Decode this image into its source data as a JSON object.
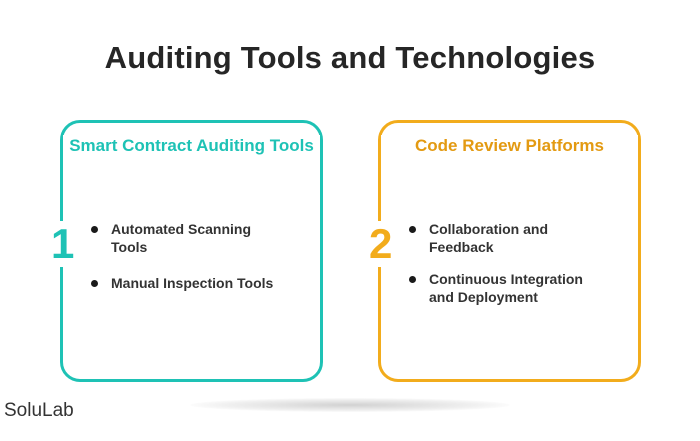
{
  "title": "Auditing Tools and Technologies",
  "cards": [
    {
      "number": "1",
      "title": "Smart Contract Auditing Tools",
      "accent": "#1ec2b5",
      "items": [
        "Automated Scanning Tools",
        "Manual Inspection Tools"
      ]
    },
    {
      "number": "2",
      "title": "Code Review Platforms",
      "accent": "#f2ac1c",
      "items": [
        "Collaboration and Feedback",
        "Continuous Integration and Deployment"
      ]
    }
  ],
  "brand": "SoluLab"
}
